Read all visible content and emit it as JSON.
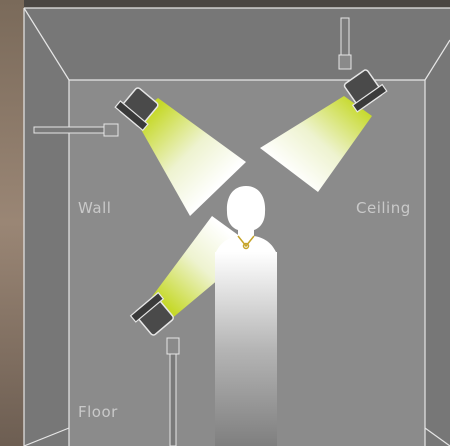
{
  "labels": {
    "wall": "Wall",
    "ceiling": "Ceiling",
    "floor": "Floor"
  },
  "colors": {
    "room_outer": "#777777",
    "room_back": "#8b8b8b",
    "edge_lines": "#e6e6e6",
    "beam": "#c6d92a",
    "lamp_body": "#4a4a4a"
  },
  "icons": {
    "ceiling_lamp": "spotlight-icon",
    "wall_lamp": "spotlight-icon",
    "floor_lamp": "spotlight-icon",
    "subject": "person-bust-icon",
    "pedestal": "pedestal-icon"
  }
}
